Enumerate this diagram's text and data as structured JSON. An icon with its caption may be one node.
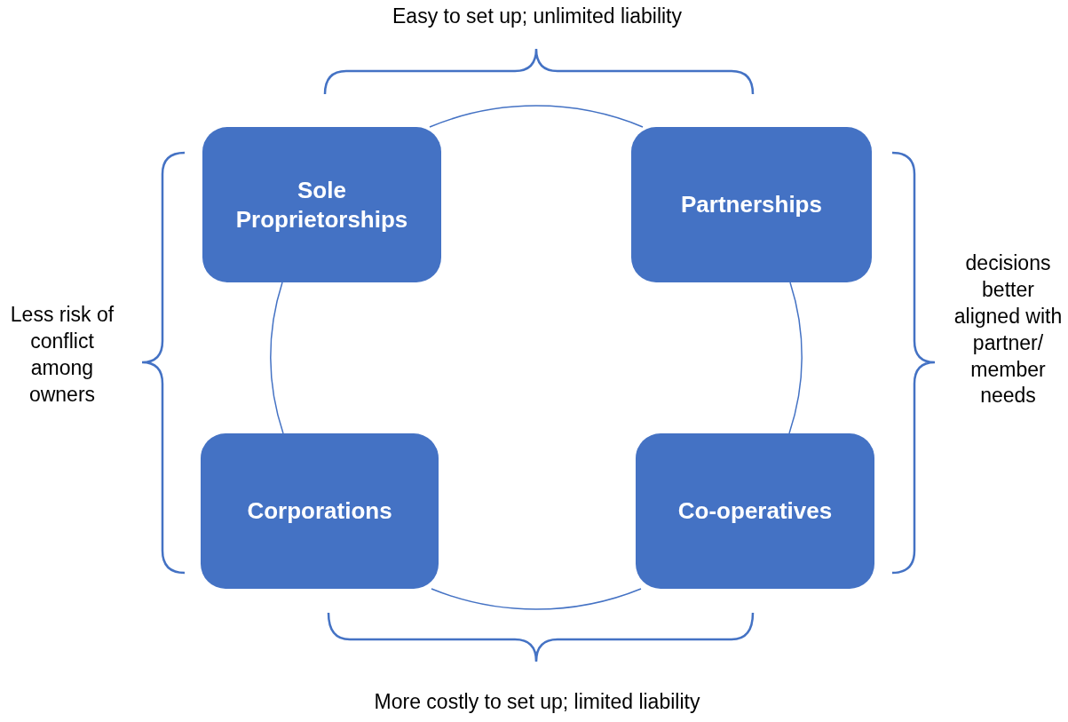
{
  "diagram": {
    "nodes": [
      {
        "text": [
          "Sole Proprietorships"
        ]
      },
      {
        "text": [
          "Partnerships"
        ]
      },
      {
        "text": [
          "Corporations"
        ]
      },
      {
        "text": [
          "Co-operatives"
        ]
      }
    ],
    "edges": [
      {
        "from": 0,
        "to": 1,
        "arrow": "none"
      },
      {
        "from": 1,
        "to": 3,
        "arrow": "none"
      },
      {
        "from": 3,
        "to": 2,
        "arrow": "none"
      },
      {
        "from": 2,
        "to": 0,
        "arrow": "none"
      }
    ],
    "labels": [
      "Easy to set up; unlimited liability",
      "Less risk of conflict among owners",
      "decisions better aligned with partner/ member needs",
      "More costly to set up; limited liability"
    ]
  }
}
